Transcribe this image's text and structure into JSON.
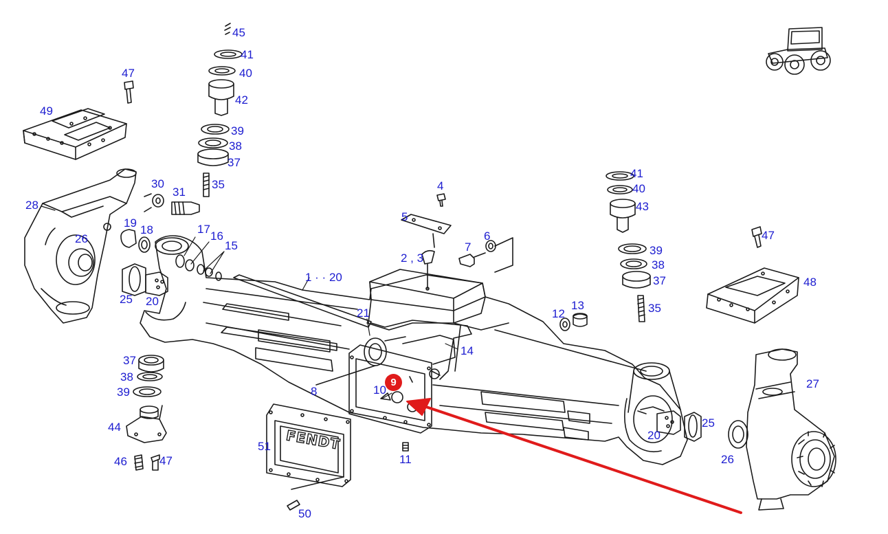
{
  "diagram": {
    "label_color": "#1c1cd0",
    "line_color": "#1a1a1a",
    "accent_color": "#e01b1b",
    "brand_plate_text": "FENDT",
    "highlighted_part": "9",
    "part_labels": [
      "45",
      "41",
      "40",
      "42",
      "39",
      "38",
      "37",
      "35",
      "47",
      "49",
      "30",
      "31",
      "28",
      "19",
      "18",
      "26",
      "25",
      "20",
      "17",
      "16",
      "15",
      "1 · · 20",
      "4",
      "5",
      "2 , 3",
      "7",
      "6",
      "21",
      "14",
      "8",
      "10",
      "12",
      "13",
      "41",
      "40",
      "43",
      "39",
      "38",
      "37",
      "35",
      "47",
      "48",
      "27",
      "37",
      "38",
      "39",
      "44",
      "46",
      "47",
      "51",
      "11",
      "50",
      "20",
      "25",
      "26"
    ]
  }
}
